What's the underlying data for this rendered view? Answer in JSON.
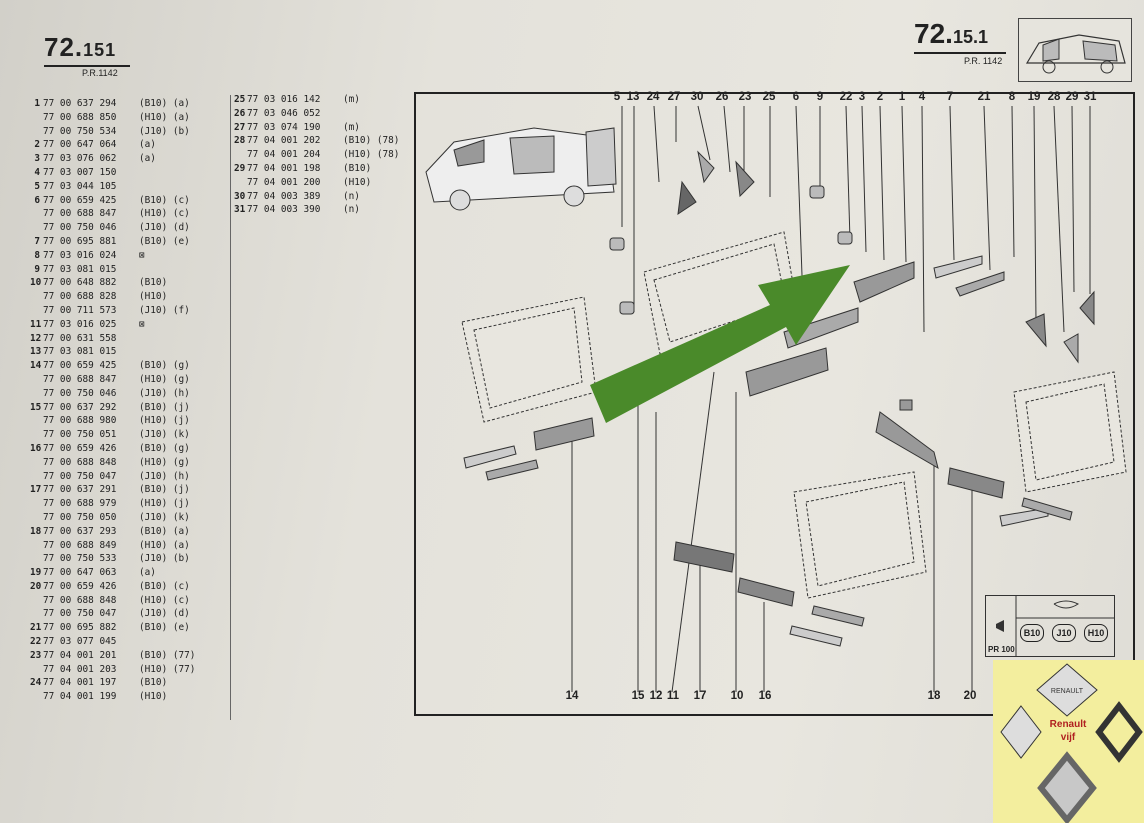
{
  "header_left": {
    "ref_main": "72.",
    "ref_sub": "151",
    "pr": "P.R.1142"
  },
  "header_right": {
    "ref_main": "72.",
    "ref_sub": "15.1",
    "pr": "P.R. 1142"
  },
  "parts_left": [
    {
      "num": "1",
      "code": "77 00 637 294",
      "note": "(B10) (a)"
    },
    {
      "num": "",
      "code": "77 00 688 850",
      "note": "(H10) (a)"
    },
    {
      "num": "",
      "code": "77 00 750 534",
      "note": "(J10) (b)"
    },
    {
      "num": "2",
      "code": "77 00 647 064",
      "note": "(a)"
    },
    {
      "num": "3",
      "code": "77 03 076 062",
      "note": "(a)"
    },
    {
      "num": "4",
      "code": "77 03 007 150",
      "note": ""
    },
    {
      "num": "5",
      "code": "77 03 044 105",
      "note": ""
    },
    {
      "num": "6",
      "code": "77 00 659 425",
      "note": "(B10) (c)"
    },
    {
      "num": "",
      "code": "77 00 688 847",
      "note": "(H10) (c)"
    },
    {
      "num": "",
      "code": "77 00 750 046",
      "note": "(J10) (d)"
    },
    {
      "num": "7",
      "code": "77 00 695 881",
      "note": "(B10) (e)"
    },
    {
      "num": "8",
      "code": "77 03 016 024",
      "note": "⊠"
    },
    {
      "num": "9",
      "code": "77 03 081 015",
      "note": ""
    },
    {
      "num": "10",
      "code": "77 00 648 882",
      "note": "(B10)"
    },
    {
      "num": "",
      "code": "77 00 688 828",
      "note": "(H10)"
    },
    {
      "num": "",
      "code": "77 00 711 573",
      "note": "(J10) (f)"
    },
    {
      "num": "11",
      "code": "77 03 016 025",
      "note": "⊠"
    },
    {
      "num": "12",
      "code": "77 00 631 558",
      "note": ""
    },
    {
      "num": "13",
      "code": "77 03 081 015",
      "note": ""
    },
    {
      "num": "14",
      "code": "77 00 659 425",
      "note": "(B10) (g)"
    },
    {
      "num": "",
      "code": "77 00 688 847",
      "note": "(H10) (g)"
    },
    {
      "num": "",
      "code": "77 00 750 046",
      "note": "(J10) (h)"
    },
    {
      "num": "15",
      "code": "77 00 637 292",
      "note": "(B10) (j)"
    },
    {
      "num": "",
      "code": "77 00 688 980",
      "note": "(H10) (j)"
    },
    {
      "num": "",
      "code": "77 00 750 051",
      "note": "(J10) (k)"
    },
    {
      "num": "16",
      "code": "77 00 659 426",
      "note": "(B10) (g)"
    },
    {
      "num": "",
      "code": "77 00 688 848",
      "note": "(H10) (g)"
    },
    {
      "num": "",
      "code": "77 00 750 047",
      "note": "(J10) (h)"
    },
    {
      "num": "17",
      "code": "77 00 637 291",
      "note": "(B10) (j)"
    },
    {
      "num": "",
      "code": "77 00 688 979",
      "note": "(H10) (j)"
    },
    {
      "num": "",
      "code": "77 00 750 050",
      "note": "(J10) (k)"
    },
    {
      "num": "18",
      "code": "77 00 637 293",
      "note": "(B10) (a)"
    },
    {
      "num": "",
      "code": "77 00 688 849",
      "note": "(H10) (a)"
    },
    {
      "num": "",
      "code": "77 00 750 533",
      "note": "(J10) (b)"
    },
    {
      "num": "19",
      "code": "77 00 647 063",
      "note": "(a)"
    },
    {
      "num": "20",
      "code": "77 00 659 426",
      "note": "(B10) (c)"
    },
    {
      "num": "",
      "code": "77 00 688 848",
      "note": "(H10) (c)"
    },
    {
      "num": "",
      "code": "77 00 750 047",
      "note": "(J10) (d)"
    },
    {
      "num": "21",
      "code": "77 00 695 882",
      "note": "(B10) (e)"
    },
    {
      "num": "22",
      "code": "77 03 077 045",
      "note": ""
    },
    {
      "num": "23",
      "code": "77 04 001 201",
      "note": "(B10) (77)"
    },
    {
      "num": "",
      "code": "77 04 001 203",
      "note": "(H10) (77)"
    },
    {
      "num": "24",
      "code": "77 04 001 197",
      "note": "(B10)"
    },
    {
      "num": "",
      "code": "77 04 001 199",
      "note": "(H10)"
    }
  ],
  "parts_right": [
    {
      "num": "25",
      "code": "77 03 016 142",
      "note": "(m)"
    },
    {
      "num": "26",
      "code": "77 03 046 052",
      "note": ""
    },
    {
      "num": "27",
      "code": "77 03 074 190",
      "note": "(m)"
    },
    {
      "num": "28",
      "code": "77 04 001 202",
      "note": "(B10) (78)"
    },
    {
      "num": "",
      "code": "77 04 001 204",
      "note": "(H10) (78)"
    },
    {
      "num": "29",
      "code": "77 04 001 198",
      "note": "(B10)"
    },
    {
      "num": "",
      "code": "77 04 001 200",
      "note": "(H10)"
    },
    {
      "num": "30",
      "code": "77 04 003 389",
      "note": "(n)"
    },
    {
      "num": "31",
      "code": "77 04 003 390",
      "note": "(n)"
    }
  ],
  "callouts_top": [
    "5",
    "13",
    "24",
    "27",
    "30",
    "26",
    "23",
    "25",
    "6",
    "9",
    "22",
    "3",
    "2",
    "1",
    "4",
    "7",
    "21",
    "8",
    "19",
    "28",
    "29",
    "31"
  ],
  "callouts_bottom": [
    "14",
    "15",
    "12",
    "11",
    "17",
    "10",
    "16",
    "18",
    "20"
  ],
  "variants": {
    "label": "PR 100",
    "badges": [
      "B10",
      "J10",
      "H10"
    ]
  },
  "watermark": {
    "line1": "Renault",
    "line2": "vijf",
    "logo_text": "RENAULT"
  },
  "colors": {
    "arrow": "#4a8a2a",
    "paper": "#e4e2db",
    "watermark_bg": "#f3ee9e"
  }
}
